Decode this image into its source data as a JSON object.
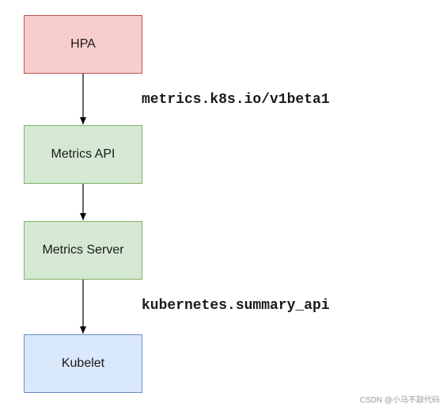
{
  "nodes": {
    "hpa": "HPA",
    "metrics_api": "Metrics API",
    "metrics_server": "Metrics Server",
    "kubelet": "Kubelet"
  },
  "edge_labels": {
    "hpa_to_api": "metrics.k8s.io/v1beta1",
    "server_to_kubelet": "kubernetes.summary_api"
  },
  "watermark": "CSDN @小马不敲代码",
  "colors": {
    "hpa_fill": "#f8cecc",
    "hpa_border": "#b85450",
    "green_fill": "#d5e8d4",
    "green_border": "#82b366",
    "blue_fill": "#dae8fc",
    "blue_border": "#6c8ebf"
  }
}
